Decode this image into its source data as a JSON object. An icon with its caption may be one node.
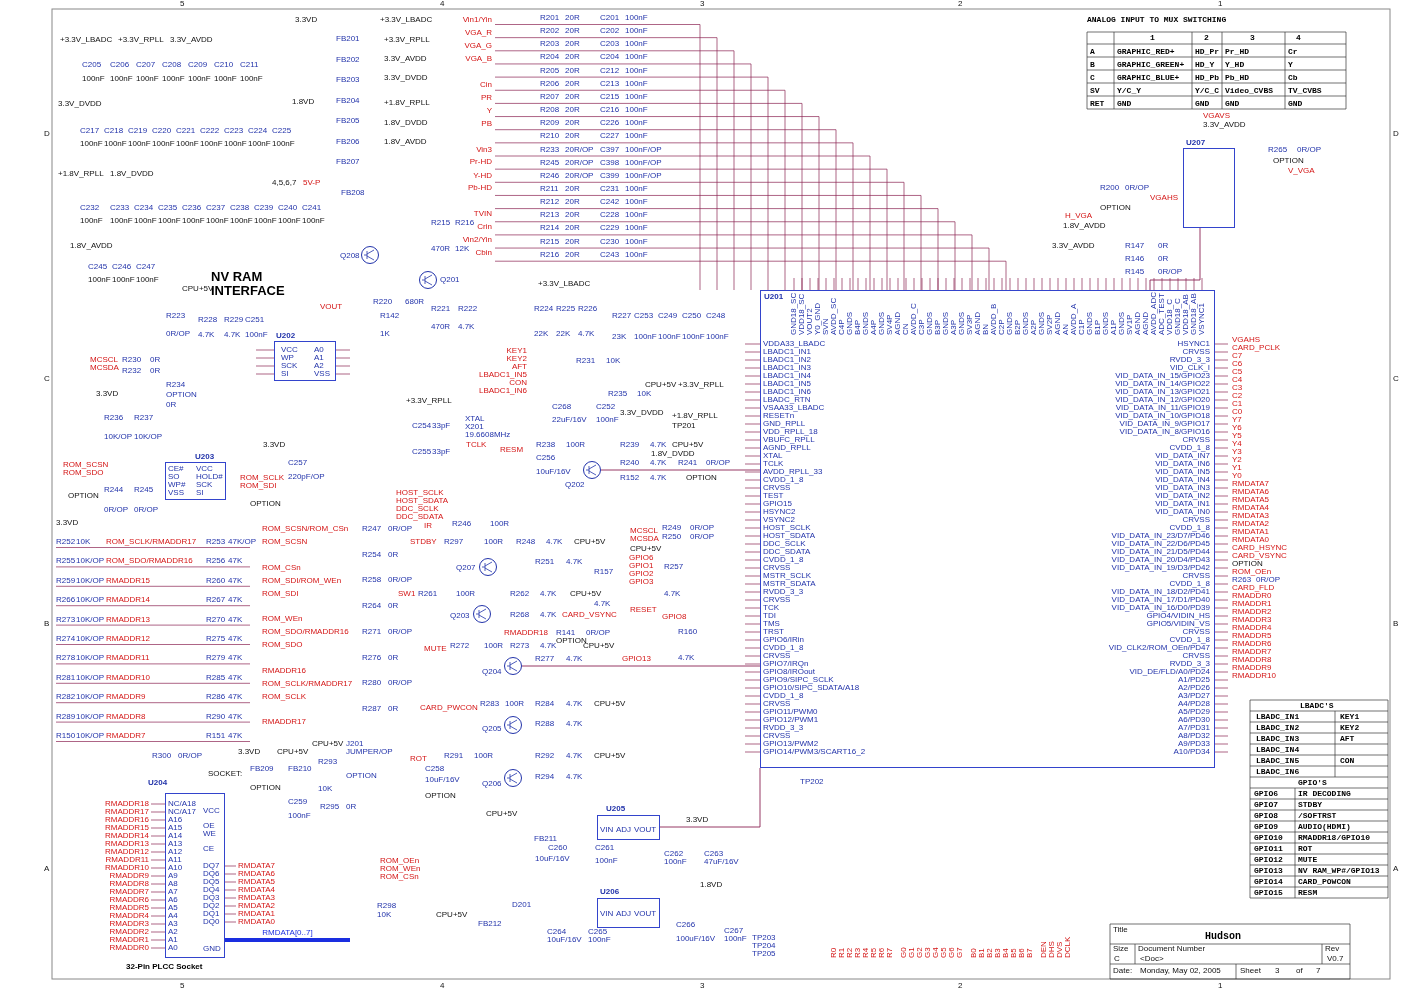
{
  "diagram": {
    "nodes": [
      {
        "text": [
          "U201"
        ]
      },
      {
        "text": [
          "U202"
        ]
      },
      {
        "text": [
          "U203"
        ]
      },
      {
        "text": [
          "U204"
        ]
      },
      {
        "text": [
          "U205"
        ]
      },
      {
        "text": [
          "U206"
        ]
      },
      {
        "text": [
          "U207"
        ]
      },
      {
        "text": [],
        "shape": "circle",
        "beside": [
          "Q208"
        ]
      },
      {
        "text": [],
        "shape": "circle",
        "beside": [
          "Q201"
        ]
      },
      {
        "text": [],
        "shape": "circle",
        "beside": [
          "Q202"
        ]
      },
      {
        "text": [],
        "shape": "circle",
        "beside": [
          "Q207"
        ]
      },
      {
        "text": [],
        "shape": "circle",
        "beside": [
          "Q203"
        ]
      },
      {
        "text": [],
        "shape": "circle",
        "beside": [
          "Q204"
        ]
      },
      {
        "text": [],
        "shape": "circle",
        "beside": [
          "Q205"
        ]
      },
      {
        "text": [],
        "shape": "circle",
        "beside": [
          "Q206"
        ]
      }
    ],
    "edges": [
      {
        "from": 4,
        "to": 0,
        "arrow": "none"
      },
      {
        "from": 6,
        "to": 0,
        "arrow": "none"
      },
      {
        "from": 9,
        "to": 0,
        "arrow": "none"
      },
      {
        "from": 12,
        "to": 0,
        "arrow": "none"
      },
      {
        "from": 3,
        "to": null,
        "arrow": "none",
        "label": "RMDATA[0..7]",
        "style": "thick",
        "color": "#1a2ee0"
      }
    ],
    "labels": [
      "+3.3V_LBADC",
      "+3.3V_RPLL",
      "3.3V_AVDD",
      "C205",
      "C206",
      "C207",
      "C208",
      "C209",
      "C210",
      "C211",
      "100nF",
      "100nF",
      "100nF",
      "100nF",
      "100nF",
      "100nF",
      "100nF",
      "3.3V_DVDD",
      "C217",
      "C218",
      "C219",
      "C220",
      "C221",
      "C222",
      "C223",
      "C224",
      "C225",
      "100nF",
      "100nF",
      "100nF",
      "100nF",
      "100nF",
      "100nF",
      "100nF",
      "100nF",
      "100nF",
      "+1.8V_RPLL",
      "1.8V_DVDD",
      "C232",
      "C233",
      "C234",
      "C235",
      "C236",
      "C237",
      "C238",
      "C239",
      "C240",
      "C241",
      "100nF",
      "100nF",
      "100nF",
      "100nF",
      "100nF",
      "100nF",
      "100nF",
      "100nF",
      "100nF",
      "100nF",
      "1.8V_AVDD",
      "C245",
      "C246",
      "C247",
      "100nF",
      "100nF",
      "100nF",
      "3.3VD",
      "+3.3V_LBADC",
      "FB201",
      "FB202",
      "FB203",
      "FB204",
      "FB205",
      "FB206",
      "FB207",
      "+3.3V_RPLL",
      "3.3V_AVDD",
      "3.3V_DVDD",
      "+1.8V_RPLL",
      "1.8V_DVDD",
      "1.8V_AVDD",
      "1.8VD",
      "Vin1/Yin",
      "VGA_R",
      "VGA_G",
      "VGA_B",
      "Cin",
      "PR",
      "Y",
      "PB",
      "Vin3",
      "Pr-HD",
      "Y-HD",
      "Pb-HD",
      "TVIN",
      "Crin",
      "Vin2/Yin",
      "Cbin",
      "R201",
      "20R",
      "C201",
      "100nF",
      "R202",
      "20R",
      "C202",
      "100nF",
      "R203",
      "20R",
      "C203",
      "100nF",
      "R204",
      "20R",
      "C204",
      "100nF",
      "R205",
      "20R",
      "C212",
      "100nF",
      "R206",
      "20R",
      "C213",
      "100nF",
      "R207",
      "20R",
      "C215",
      "100nF",
      "R208",
      "20R",
      "C216",
      "100nF",
      "R209",
      "20R",
      "C226",
      "100nF",
      "R210",
      "20R",
      "C227",
      "100nF",
      "R233",
      "20R/OP",
      "C397",
      "100nF/OP",
      "R245",
      "20R/OP",
      "C398",
      "100nF/OP",
      "R246",
      "20R/OP",
      "C399",
      "100nF/OP",
      "R211",
      "20R",
      "C231",
      "100nF",
      "R212",
      "20R",
      "C242",
      "100nF",
      "R213",
      "20R",
      "C228",
      "100nF",
      "R214",
      "20R",
      "C229",
      "100nF",
      "R215",
      "20R",
      "C230",
      "100nF",
      "R216",
      "20R",
      "C243",
      "100nF",
      "4,5,6,7",
      "5V-P",
      "FB208",
      "NV RAM INTERFACE",
      "CPU+5V",
      "R223",
      "0R/OP",
      "R228",
      "R229",
      "C251",
      "4.7K",
      "4.7K",
      "100nF",
      "VCC",
      "A0",
      "WP",
      "A1",
      "SCK",
      "A2",
      "SI",
      "VSS",
      "MCSCL",
      "MCSDA",
      "R230",
      "0R",
      "R232",
      "0R",
      "R234",
      "OPTION",
      "0R",
      "VOUT",
      "R220",
      "680R",
      "R142",
      "1K",
      "R221",
      "R222",
      "470R",
      "4.7K",
      "R215",
      "R216",
      "470R",
      "12K",
      "3.3VD",
      "R236",
      "R237",
      "10K/OP",
      "10K/OP",
      "ROM_SCSN",
      "ROM_SDO",
      "CE#",
      "VCC",
      "SO",
      "HOLD#",
      "WP#",
      "SCK",
      "VSS",
      "SI",
      "ROM_SCLK",
      "ROM_SDI",
      "3.3VD",
      "C257",
      "220pF/OP",
      "R244",
      "R245",
      "0R/OP",
      "0R/OP",
      "OPTION",
      "OPTION",
      "3.3VD",
      "R252",
      "10K",
      "ROM_SCLK/RMADDR17",
      "R255",
      "10K/OP",
      "ROM_SDO/RMADDR16",
      "R259",
      "10K/OP",
      "RMADDR15",
      "R266",
      "10K/OP",
      "RMADDR14",
      "R273",
      "10K/OP",
      "RMADDR13",
      "R274",
      "10K/OP",
      "RMADDR12",
      "R278",
      "10K/OP",
      "RMADDR11",
      "R281",
      "10K/OP",
      "RMADDR10",
      "R282",
      "10K/OP",
      "RMADDR9",
      "R289",
      "10K/OP",
      "RMADDR8",
      "R150",
      "10K/OP",
      "RMADDR7",
      "R253",
      "47K/OP",
      "R256",
      "47K",
      "R260",
      "47K",
      "R267",
      "47K",
      "R270",
      "47K",
      "R275",
      "47K",
      "R279",
      "47K",
      "R285",
      "47K",
      "R286",
      "47K",
      "R290",
      "47K",
      "R151",
      "47K",
      "ROM_SCSN/ROM_CSn",
      "ROM_SCSN",
      "ROM_CSn",
      "ROM_SDI/ROM_WEn",
      "ROM_SDI",
      "ROM_WEn",
      "ROM_SDO/RMADDR16",
      "ROM_SDO",
      "RMADDR16",
      "ROM_SCLK/RMADDR17",
      "ROM_SCLK",
      "RMADDR17",
      "R247",
      "0R/OP",
      "R254",
      "0R",
      "R258",
      "0R/OP",
      "R264",
      "0R",
      "R271",
      "0R/OP",
      "R276",
      "0R",
      "R280",
      "0R/OP",
      "R287",
      "0R",
      "R300",
      "0R/OP",
      "SOCKET:",
      "RMADDR18",
      "RMADDR17",
      "RMADDR16",
      "RMADDR15",
      "RMADDR14",
      "RMADDR13",
      "RMADDR12",
      "RMADDR11",
      "RMADDR10",
      "RMADDR9",
      "RMADDR8",
      "RMADDR7",
      "RMADDR6",
      "RMADDR5",
      "RMADDR4",
      "RMADDR3",
      "RMADDR2",
      "RMADDR1",
      "RMADDR0",
      "NC/A18",
      "NC/A17",
      "A16",
      "A15",
      "A14",
      "A13",
      "A12",
      "A11",
      "A10",
      "A9",
      "A8",
      "A7",
      "A6",
      "A5",
      "A4",
      "A3",
      "A2",
      "A1",
      "A0",
      "VCC",
      "OE",
      "WE",
      "CE",
      "DQ7",
      "DQ6",
      "DQ5",
      "DQ4",
      "DQ3",
      "DQ2",
      "DQ1",
      "DQ0",
      "GND",
      "RMDATA7",
      "RMDATA6",
      "RMDATA5",
      "RMDATA4",
      "RMDATA3",
      "RMDATA2",
      "RMDATA1",
      "RMDATA0",
      "32-Pin PLCC Socket",
      "3.3VD",
      "CPU+5V",
      "CPU+5V",
      "FB209",
      "FB210",
      "OPTION",
      "C259",
      "100nF",
      "R293",
      "10K",
      "R295",
      "0R",
      "J201",
      "JUMPER/OP",
      "OPTION",
      "R298",
      "10K",
      "ROM_OEn",
      "ROM_WEn",
      "ROM_CSn",
      "KEY1",
      "KEY2",
      "AFT",
      "LBADC1_IN5",
      "CON",
      "LBADC1_IN6",
      "+3.3V_LBADC",
      "R224",
      "R225",
      "R226",
      "22K",
      "22K",
      "4.7K",
      "R227",
      "C253",
      "C249",
      "C250",
      "C248",
      "23K",
      "100nF",
      "100nF",
      "100nF",
      "100nF",
      "R231",
      "10K",
      "CPU+5V",
      "+3.3V_RPLL",
      "R235",
      "10K",
      "+3.3V_RPLL",
      "C268",
      "C252",
      "22uF/16V",
      "100nF",
      "3.3V_DVDD",
      "C254",
      "33pF",
      "C255",
      "33pF",
      "XTAL",
      "X201",
      "19.6608MHz",
      "+1.8V_RPLL",
      "TP201",
      "TCLK",
      "RESM",
      "R238",
      "100R",
      "R239",
      "4.7K",
      "CPU+5V",
      "C256",
      "10uF/16V",
      "1.8V_DVDD",
      "R240",
      "4.7K",
      "R241",
      "0R/OP",
      "R152",
      "4.7K",
      "OPTION",
      "HOST_SCLK",
      "HOST_SDATA",
      "DDC_SCLK",
      "DDC_SDATA",
      "IR",
      "R246",
      "100R",
      "STDBY",
      "R297",
      "100R",
      "R248",
      "4.7K",
      "CPU+5V",
      "MCSCL",
      "MCSDA",
      "CPU+5V",
      "R249",
      "0R/OP",
      "R250",
      "0R/OP",
      "R251",
      "4.7K",
      "GPIO6",
      "GPIO1",
      "GPIO2",
      "GPIO3",
      "R157",
      "4.7K",
      "SW1",
      "R261",
      "100R",
      "R262",
      "4.7K",
      "CPU+5V",
      "R257",
      "4.7K",
      "R268",
      "4.7K",
      "CARD_VSYNC",
      "RESET",
      "GPIO8",
      "RMADDR18",
      "R141",
      "0R/OP",
      "OPTION",
      "MUTE",
      "R272",
      "100R",
      "R273",
      "4.7K",
      "CPU+5V",
      "R277",
      "4.7K",
      "GPIO13",
      "R160",
      "4.7K",
      "CARD_PWCON",
      "R283",
      "100R",
      "R284",
      "4.7K",
      "CPU+5V",
      "R288",
      "4.7K",
      "ROT",
      "R291",
      "100R",
      "R292",
      "4.7K",
      "CPU+5V",
      "R294",
      "4.7K",
      "C258",
      "10uF/16V",
      "OPTION",
      "CPU+5V",
      "FB211",
      "C260",
      "10uF/16V",
      "C261",
      "100nF",
      "3.3VD",
      "C262",
      "100nF",
      "C263",
      "47uF/16V",
      "VIN",
      "ADJ",
      "VOUT",
      "1.8VD",
      "CPU+5V",
      "FB212",
      "D201",
      "C264",
      "10uF/16V",
      "C265",
      "100nF",
      "C266",
      "100uF/16V",
      "C267",
      "100nF",
      "TP203",
      "TP204",
      "TP205",
      "VIN",
      "ADJ",
      "VOUT",
      "TP202",
      "VDDA33_LBADC",
      "LBADC1_IN1",
      "LBADC1_IN2",
      "LBADC1_IN3",
      "LBADC1_IN4",
      "LBADC1_IN5",
      "LBADC1_IN6",
      "LBADC_RTN",
      "VSAA33_LBADC",
      "RESETn",
      "GND_RPLL",
      "VDD_RPLL_18",
      "VBUFC_RPLL",
      "AGND_RPLL",
      "XTAL",
      "TCLK",
      "AVDD_RPLL_33",
      "CVDD_1_8",
      "CRVSS",
      "TEST",
      "GPIO15",
      "HSYNC2",
      "VSYNC2",
      "HOST_SCLK",
      "HOST_SDATA",
      "DDC_SCLK",
      "DDC_SDATA",
      "CVDD_1_8",
      "CRVSS",
      "MSTR_SCLK",
      "MSTR_SDATA",
      "RVDD_3_3",
      "CRVSS",
      "TCK",
      "TDI",
      "TMS",
      "TRST",
      "GPIO6/IRin",
      "CVDD_1_8",
      "CRVSS",
      "GPIO7/IRQn",
      "GPIO8/IROout",
      "GPIO9/SIPC_SCLK",
      "GPIO10/SIPC_SDATA/A18",
      "CVDD_1_8",
      "CRVSS",
      "GPIO11/PWM0",
      "GPIO12/PWM1",
      "RVDD_3_3",
      "CRVSS",
      "GPIO13/PWM2",
      "GPIO14/PWM3/SCART16_2",
      "GND18_SC",
      "VDD18_SC",
      "VOUT2",
      "Y0_GND",
      "SVN",
      "AVDD_SC",
      "C4P",
      "GNDS",
      "B4P",
      "GNDS",
      "A4P",
      "GNDS",
      "SV4P",
      "AGND",
      "CN",
      "AVDD_C",
      "C3P",
      "GNDS",
      "B3P",
      "GNDS",
      "A3P",
      "GNDS",
      "SV3P",
      "AGND",
      "BN",
      "AVDD_B",
      "C2P",
      "GNDS",
      "B2P",
      "GNDS",
      "A2P",
      "GNDS",
      "SV2P",
      "AGND",
      "AN",
      "AVDD_A",
      "C1P",
      "GNDS",
      "B1P",
      "GNDS",
      "A1P",
      "GNDS",
      "SV1P",
      "AGND",
      "AGND",
      "AVDD_ADC",
      "ADC_TEST",
      "VDD18_C",
      "GND18_C",
      "VDD18_AB",
      "GND18_AB",
      "VSYNC1",
      "HSYNC1",
      "CRVSS",
      "RVDD_3_3",
      "VID_CLK_I",
      "VID_DATA_IN_15/GPIO23",
      "VID_DATA_IN_14/GPIO22",
      "VID_DATA_IN_13/GPIO21",
      "VID_DATA_IN_12/GPIO20",
      "VID_DATA_IN_11/GPIO19",
      "VID_DATA_IN_10/GPIO18",
      "VID_DATA_IN_9/GPIO17",
      "VID_DATA_IN_8/GPIO16",
      "CRVSS",
      "CVDD_1_8",
      "VID_DATA_IN7",
      "VID_DATA_IN6",
      "VID_DATA_IN5",
      "VID_DATA_IN4",
      "VID_DATA_IN3",
      "VID_DATA_IN2",
      "VID_DATA_IN1",
      "VID_DATA_IN0",
      "CRVSS",
      "CVDD_1_8",
      "VID_DATA_IN_23/D7/PD46",
      "VID_DATA_IN_22/D6/PD45",
      "VID_DATA_IN_21/D5/PD44",
      "VID_DATA_IN_20/D4/PD43",
      "VID_DATA_IN_19/D3/PD42",
      "CRVSS",
      "CVDD_1_8",
      "VID_DATA_IN_18/D2/PD41",
      "VID_DATA_IN_17/D1/PD40",
      "VID_DATA_IN_16/D0/PD39",
      "GPIO4/VIDIN_HS",
      "GPIO5/VIDIN_VS",
      "CRVSS",
      "CVDD_1_8",
      "VID_CLK2/ROM_OEn/PD47",
      "CRVSS",
      "RVDD_3_3",
      "VID_DE/FLD/A0/PD24",
      "A1/PD25",
      "A2/PD26",
      "A3/PD27",
      "A4/PD28",
      "A5/PD29",
      "A6/PD30",
      "A7/PD31",
      "A8/PD32",
      "A9/PD33",
      "A10/PD34",
      "VGAHS",
      "CARD_PCLK",
      "C7",
      "C6",
      "C5",
      "C4",
      "C3",
      "C2",
      "C1",
      "C0",
      "Y7",
      "Y6",
      "Y5",
      "Y4",
      "Y3",
      "Y2",
      "Y1",
      "Y0",
      "RMDATA7",
      "RMDATA6",
      "RMDATA5",
      "RMDATA4",
      "RMDATA3",
      "RMDATA2",
      "RMDATA1",
      "RMDATA0",
      "CARD_HSYNC",
      "CARD_VSYNC",
      "OPTION",
      "ROM_OEn",
      "R263",
      "0R/OP",
      "CARD_FLD",
      "RMADDR0",
      "RMADDR1",
      "RMADDR2",
      "RMADDR3",
      "RMADDR4",
      "RMADDR5",
      "RMADDR6",
      "RMADDR7",
      "RMADDR8",
      "RMADDR9",
      "RMADDR10",
      "R0",
      "R1",
      "R2",
      "R3",
      "R4",
      "R5",
      "R6",
      "R7",
      "G0",
      "G1",
      "G2",
      "G3",
      "G4",
      "G5",
      "G6",
      "G7",
      "B0",
      "B1",
      "B2",
      "B3",
      "B4",
      "B5",
      "B6",
      "B7",
      "DEN",
      "DHS",
      "DVS",
      "DCLK",
      "VGAVS",
      "3.3V_AVDD",
      "R265",
      "0R/OP",
      "OPTION",
      "V_VGA",
      "R200",
      "0R/OP",
      "OPTION",
      "VGAHS",
      "H_VGA",
      "1.8V_AVDD",
      "3.3V_AVDD",
      "R147",
      "0R",
      "R146",
      "0R",
      "R145",
      "0R/OP",
      "ANALOG INPUT TO MUX SWITCHING",
      "1",
      "2",
      "3",
      "4",
      "A",
      "GRAPHIC_RED+",
      "HD_Pr",
      "Pr_HD",
      "Cr",
      "B",
      "GRAPHIC_GREEN+",
      "HD_Y",
      "Y_HD",
      "Y",
      "C",
      "GRAPHIC_BLUE+",
      "HD_Pb",
      "Pb_HD",
      "Cb",
      "SV",
      "Y/C_Y",
      "Y/C_C",
      "Video_CVBS",
      "TV_CVBS",
      "RET",
      "GND",
      "GND",
      "GND",
      "GND",
      "LBADC'S",
      "LBADC_IN1",
      "KEY1",
      "LBADC_IN2",
      "KEY2",
      "LBADC_IN3",
      "AFT",
      "LBADC_IN4",
      "LBADC_IN5",
      "CON",
      "LBADC_IN6",
      "GPIO'S",
      "GPIO6",
      "IR DECODING",
      "GPIO7",
      "STDBY",
      "GPIO8",
      "/SOFTRST",
      "GPIO9",
      "AUDIO(HDMI)",
      "GPIO10",
      "RMADDR18/GPIO10",
      "GPIO11",
      "ROT",
      "GPIO12",
      "MUTE",
      "GPIO13",
      "NV RAM_WP#/GPIO13",
      "GPIO14",
      "CARD_POWCON",
      "GPIO15",
      "RESM",
      "Title",
      "Hudson",
      "Size",
      "Document Number",
      "Rev",
      "C",
      "<Doc>",
      "V0.7",
      "Date:",
      "Monday, May 02, 2005",
      "Sheet",
      "3",
      "of",
      "7",
      "5",
      "4",
      "3",
      "2",
      "1",
      "5",
      "4",
      "3",
      "2",
      "1",
      "D",
      "C",
      "B",
      "A",
      "D",
      "C",
      "B",
      "A"
    ]
  }
}
